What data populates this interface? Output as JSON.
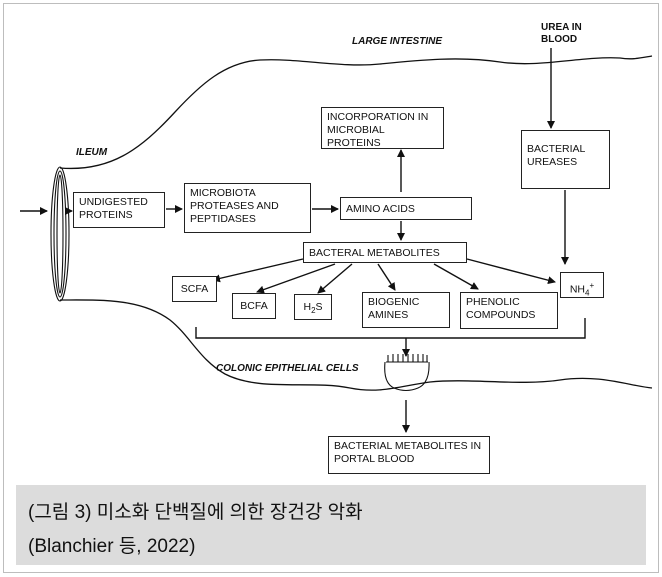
{
  "regions": {
    "large_intestine": "LARGE INTESTINE",
    "ileum": "ILEUM",
    "urea_in_blood": "UREA IN BLOOD",
    "colonic_epithelial_cells": "COLONIC EPITHELIAL CELLS"
  },
  "boxes": {
    "undigested_proteins": "UNDIGESTED PROTEINS",
    "microbiota_proteases": "MICROBIOTA PROTEASES AND PEPTIDASES",
    "amino_acids": "AMINO ACIDS",
    "incorporation": "INCORPORATION  IN MICROBIAL PROTEINS",
    "bacterial_ureases": "BACTERIAL UREASES",
    "bacterial_metabolites": "BACTERAL METABOLITES",
    "scfa": "SCFA",
    "bcfa": "BCFA",
    "h2s": "H",
    "h2s_sub": "2",
    "h2s_tail": "S",
    "biogenic_amines": "BIOGENIC AMINES",
    "phenolic_compounds": "PHENOLIC COMPOUNDS",
    "nh4": "NH",
    "nh4_sub": "4",
    "nh4_sup": "+",
    "portal_blood": "BACTERIAL METABOLITES IN PORTAL BLOOD"
  },
  "caption": {
    "line1": "(그림 3) 미소화 단백질에 의한 장건강 악화",
    "line2": "(Blanchier 등, 2022)"
  }
}
